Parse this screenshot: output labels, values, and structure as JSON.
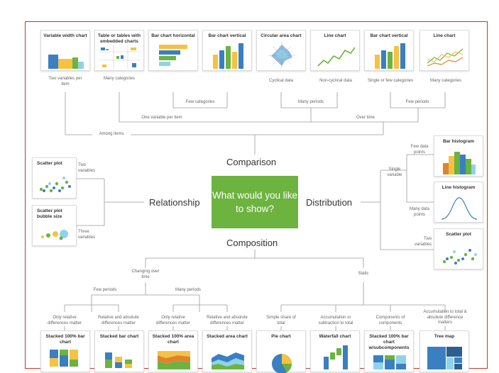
{
  "center_label": "What would you like to show?",
  "branches": {
    "comparison": "Comparison",
    "relationship": "Relationship",
    "distribution": "Distribution",
    "composition": "Composition"
  },
  "top_cards": [
    "Variable width chart",
    "Table or tables with embedded charts",
    "Bar chart horizontal",
    "Bar chart vertical",
    "Circular area chart",
    "Line chart",
    "Bar chart vertical",
    "Line chart"
  ],
  "top_labels": {
    "two_vars": "Two variables per item",
    "many_cat": "Many categories",
    "cyclical": "Cyclical data",
    "non_cyclical": "Non-cyclical data",
    "single_few": "Single or few categories",
    "many_cat2": "Many categories",
    "few_cat": "Few categories",
    "many_periods": "Many periods",
    "few_periods": "Few periods",
    "one_var": "One variable per item",
    "over_time": "Over time",
    "among_items": "Among items"
  },
  "left_cards": [
    "Scatter plot",
    "Scatter plot bubble size"
  ],
  "left_labels": {
    "two_vars": "Two variables",
    "three_vars": "Three variables"
  },
  "right_cards": [
    "Bar histogram",
    "Line histogram",
    "Scatter plot"
  ],
  "right_labels": {
    "few_points": "Few data points",
    "single_var": "Single variable",
    "many_points": "Many data points",
    "two_vars": "Two variables"
  },
  "bottom_labels": {
    "changing": "Changing over time",
    "static": "Static",
    "few_periods": "Few periods",
    "many_periods": "Many periods",
    "rel_diff": "Only relative differences matter",
    "rel_abs": "Relative and absolute differences matter",
    "rel_diff2": "Only relative differences matter",
    "rel_abs2": "Relative and absolute differences matter",
    "simple_share": "Simple share of total",
    "accumulation": "Accumulation or subtraction to total",
    "components": "Components of components",
    "accum_total": "Accumulation to total & absolute difference matters"
  },
  "bottom_cards": [
    "Stacked 100% bar chart",
    "Stacked bar chart",
    "Stacked 100% area chart",
    "Stacked area chart",
    "Pie chart",
    "Waterfall chart",
    "Stacked 100% bar chart w/subcomponents",
    "Tree map"
  ]
}
